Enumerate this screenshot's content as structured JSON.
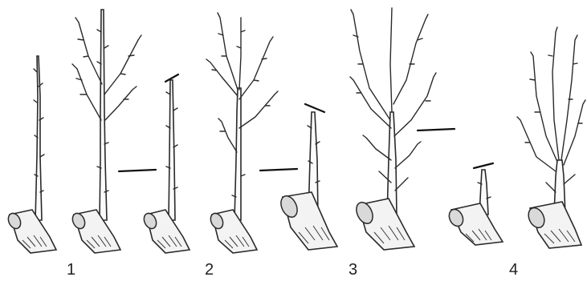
{
  "stages": [
    {
      "number": "1"
    },
    {
      "number": "2"
    },
    {
      "number": "3"
    },
    {
      "number": "4"
    }
  ]
}
